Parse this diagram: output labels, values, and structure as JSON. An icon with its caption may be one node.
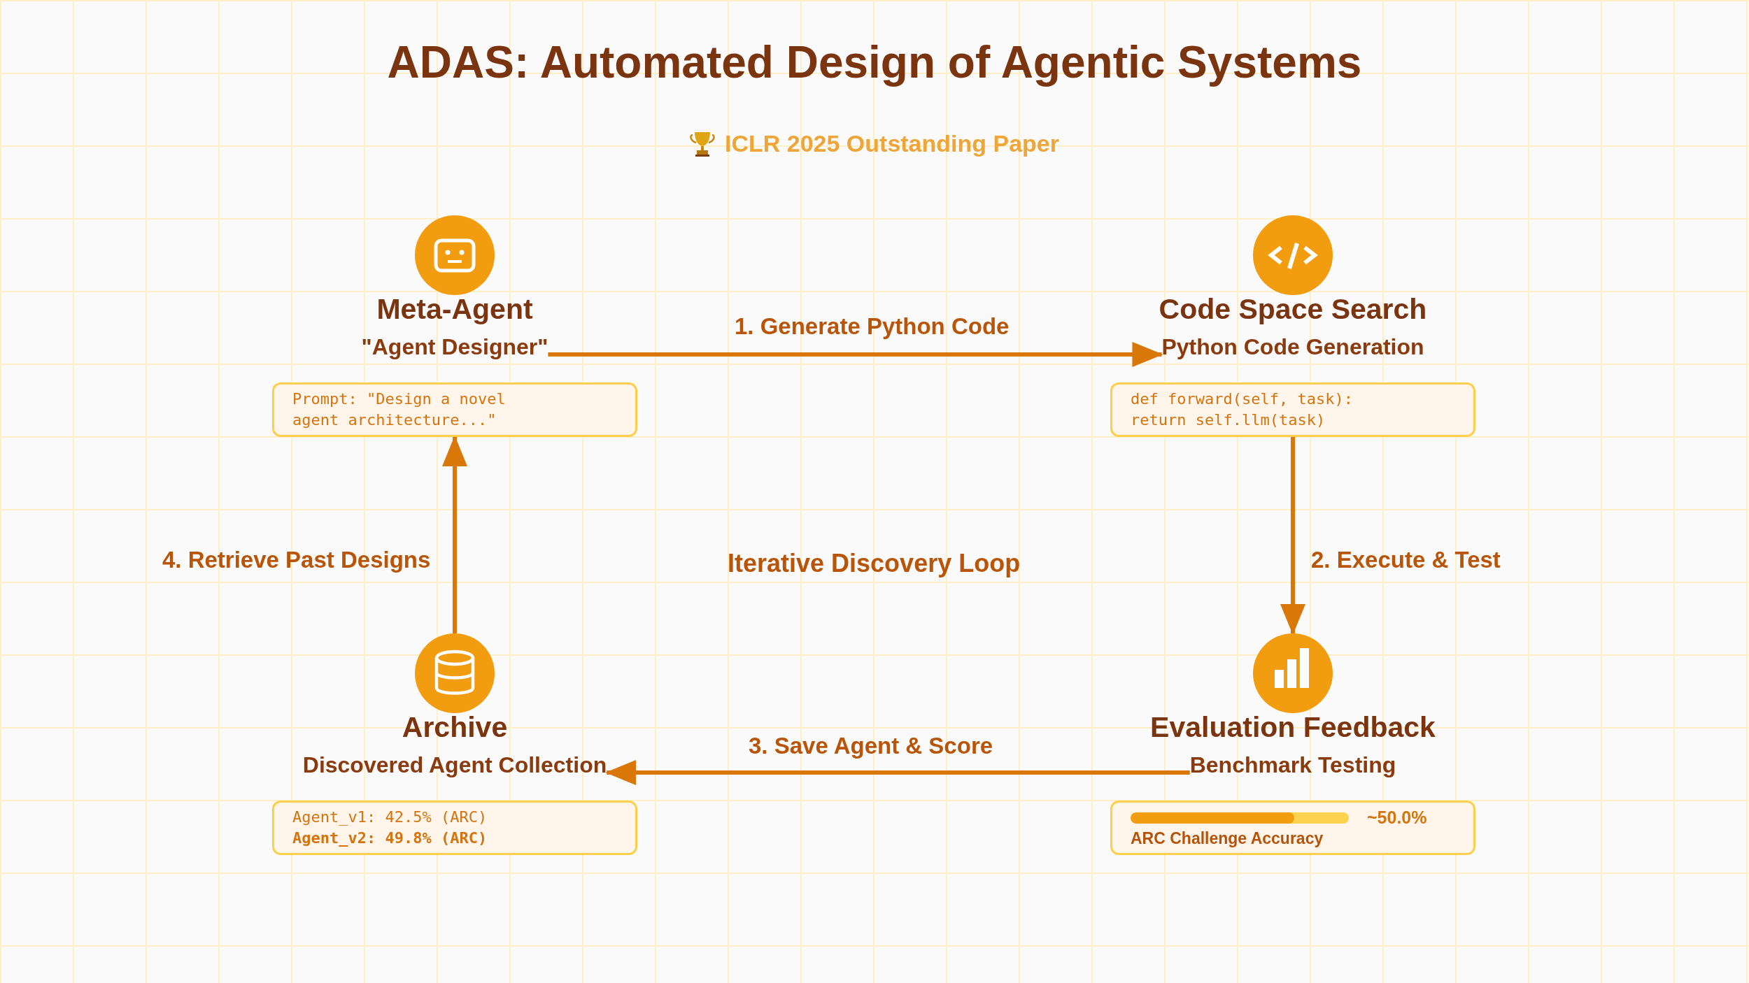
{
  "diagram": {
    "title": "ADAS: Automated Design of Agentic Systems",
    "nodes": [
      {
        "text": [
          "Meta-Agent",
          "\"Agent Designer\""
        ]
      },
      {
        "text": [
          "Prompt: \"Design a novel agent architecture...\""
        ]
      },
      {
        "text": [
          "Code Space Search",
          "Python Code Generation"
        ]
      },
      {
        "text": [
          "def forward(self, task):",
          "return self.llm(task)"
        ]
      },
      {
        "text": [
          "Archive",
          "Discovered Agent Collection"
        ]
      },
      {
        "text": [
          "Agent_v1: 42.5% (ARC)",
          "Agent_v2: 49.8% (ARC)"
        ]
      },
      {
        "text": [
          "Evaluation Feedback",
          "Benchmark Testing"
        ]
      },
      {
        "text": [
          "~50.0%",
          "ARC Challenge Accuracy"
        ]
      }
    ],
    "edges": [
      {
        "from": 0,
        "to": 2,
        "arrow": "to",
        "label": "1. Generate Python Code"
      },
      {
        "from": 3,
        "to": 6,
        "arrow": "to",
        "label": "2. Execute & Test"
      },
      {
        "from": 6,
        "to": 4,
        "arrow": "to",
        "label": "3. Save Agent & Score"
      },
      {
        "from": 4,
        "to": 1,
        "arrow": "to",
        "label": "4. Retrieve Past Designs"
      }
    ],
    "labels": [
      "ICLR 2025 Outstanding Paper",
      "Iterative Discovery Loop"
    ]
  }
}
